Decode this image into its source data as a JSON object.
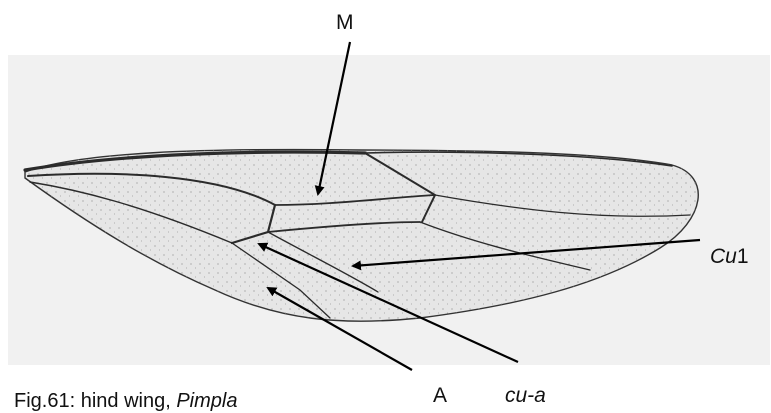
{
  "labels": {
    "m": "M",
    "cu1_prefix": "Cu",
    "cu1_suffix": "1",
    "a": "A",
    "cu_a": "cu-a"
  },
  "caption": {
    "prefix": "Fig.61: hind wing, ",
    "genus": "Pimpla"
  }
}
